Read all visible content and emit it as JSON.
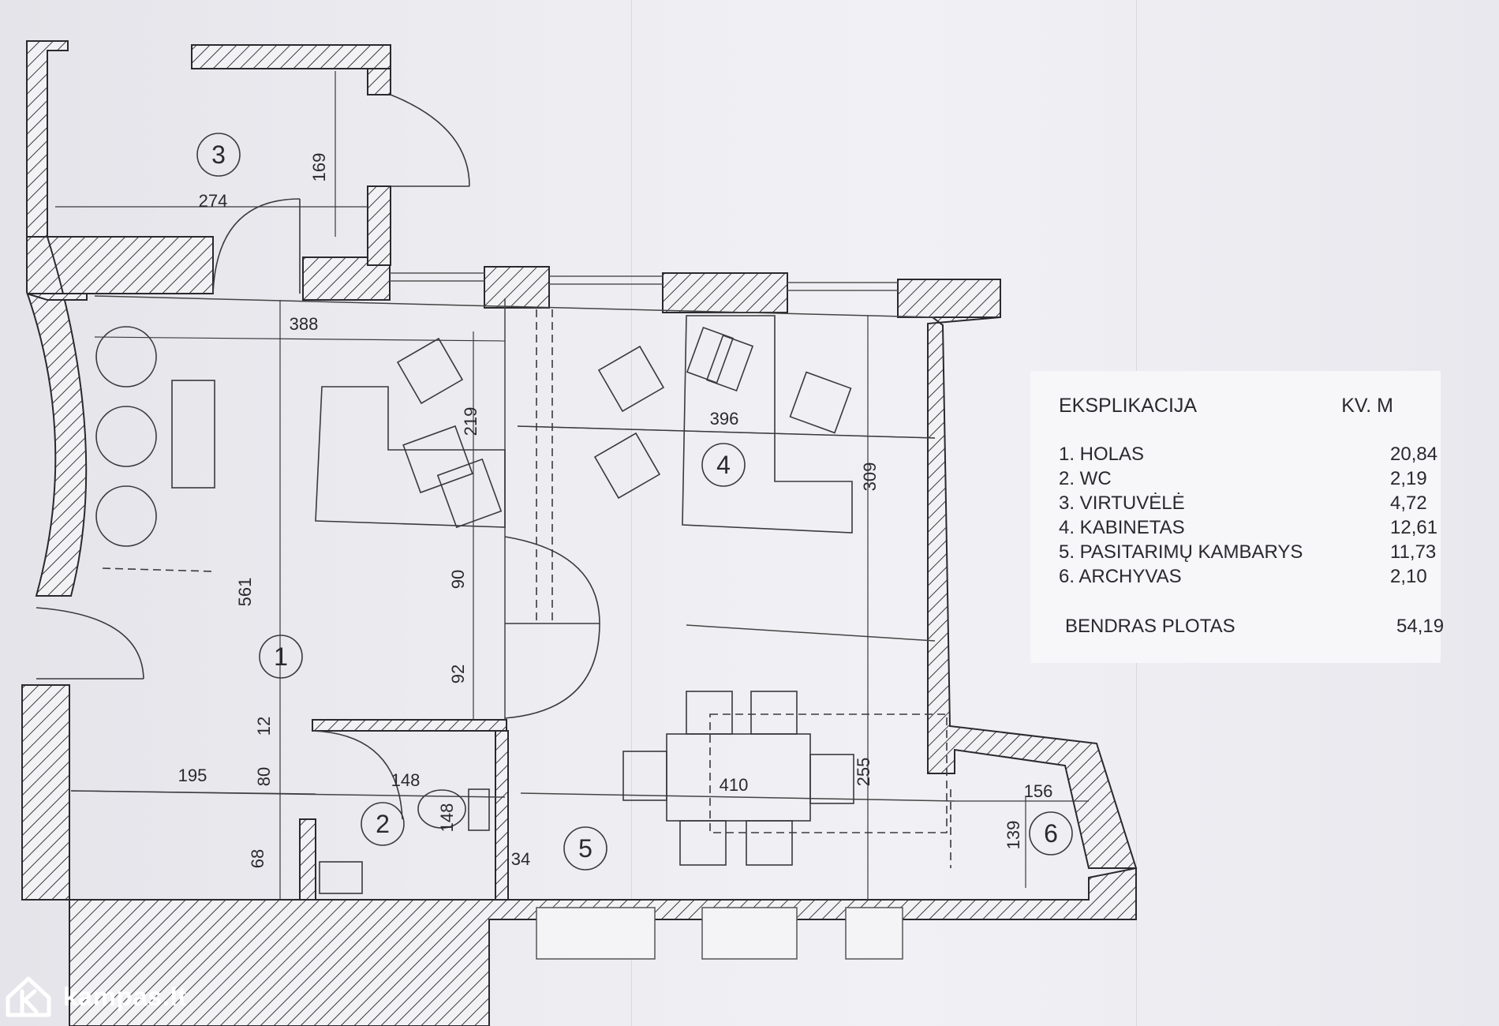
{
  "legend": {
    "title": "EKSPLIKACIJA",
    "unit": "KV. M",
    "rows": [
      {
        "label": "1. HOLAS",
        "value": "20,84"
      },
      {
        "label": "2. WC",
        "value": "2,19"
      },
      {
        "label": "3. VIRTUVĖLĖ",
        "value": "4,72"
      },
      {
        "label": "4. KABINETAS",
        "value": "12,61"
      },
      {
        "label": "5. PASITARIMŲ KAMBARYS",
        "value": "11,73"
      },
      {
        "label": "6. ARCHYVAS",
        "value": "2,10"
      }
    ],
    "total_label": "BENDRAS PLOTAS",
    "total_value": "54,19"
  },
  "rooms": {
    "r1": "1",
    "r2": "2",
    "r3": "3",
    "r4": "4",
    "r5": "5",
    "r6": "6"
  },
  "dimensions": {
    "d274": "274",
    "d169": "169",
    "d388": "388",
    "d219": "219",
    "d396": "396",
    "d309": "309",
    "d561": "561",
    "d90": "90",
    "d92": "92",
    "d12": "12",
    "d195": "195",
    "d80": "80",
    "d148a": "148",
    "d148b": "148",
    "d410": "410",
    "d255": "255",
    "d156": "156",
    "d139": "139",
    "d68": "68",
    "d34": "34"
  },
  "watermark": {
    "brand": "kampas.lt",
    "icon": "house-k-logo-icon"
  }
}
